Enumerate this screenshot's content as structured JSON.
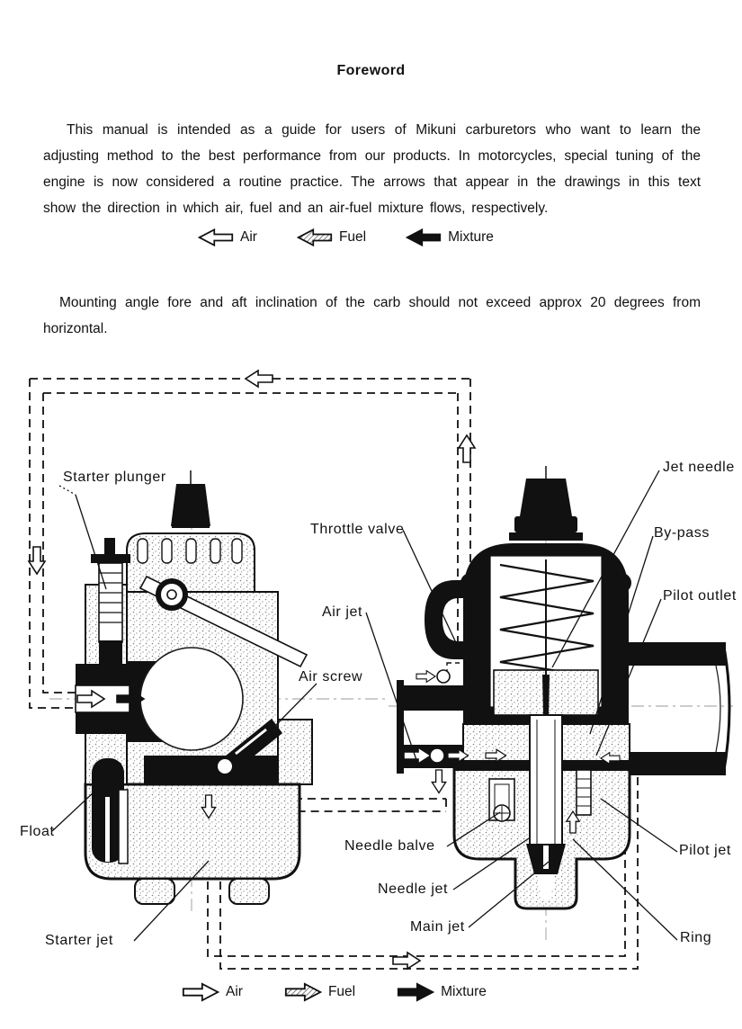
{
  "page": {
    "title": "Foreword",
    "paragraph1": "This manual is intended as a guide for users of Mikuni carburetors who want to learn the adjusting method to the best performance from our products.  In motorcycles, special tuning of the engine is now considered a routine practice.  The arrows that appear in the drawings in this text show the direction in which air, fuel and an air-fuel mixture flows, respectively.",
    "paragraph2": "Mounting angle fore and aft inclination of the carb should not exceed approx 20 degrees from horizontal."
  },
  "flow_legend": {
    "items": [
      {
        "label": "Air",
        "arrow_style": "outline"
      },
      {
        "label": "Fuel",
        "arrow_style": "hatched"
      },
      {
        "label": "Mixture",
        "arrow_style": "solid"
      }
    ]
  },
  "diagram": {
    "ink_color": "#111111",
    "paper_color": "#ffffff",
    "labels": [
      {
        "id": "starter-plunger",
        "text": "Starter plunger"
      },
      {
        "id": "throttle-valve",
        "text": "Throttle valve"
      },
      {
        "id": "air-jet",
        "text": "Air jet"
      },
      {
        "id": "air-screw",
        "text": "Air screw"
      },
      {
        "id": "jet-needle",
        "text": "Jet needle"
      },
      {
        "id": "by-pass",
        "text": "By-pass"
      },
      {
        "id": "pilot-outlet",
        "text": "Pilot outlet"
      },
      {
        "id": "float",
        "text": "Float"
      },
      {
        "id": "needle-balve",
        "text": "Needle balve"
      },
      {
        "id": "needle-jet",
        "text": "Needle jet"
      },
      {
        "id": "main-jet",
        "text": "Main jet"
      },
      {
        "id": "starter-jet",
        "text": "Starter jet"
      },
      {
        "id": "pilot-jet",
        "text": "Pilot jet"
      },
      {
        "id": "ring",
        "text": "Ring"
      }
    ]
  }
}
